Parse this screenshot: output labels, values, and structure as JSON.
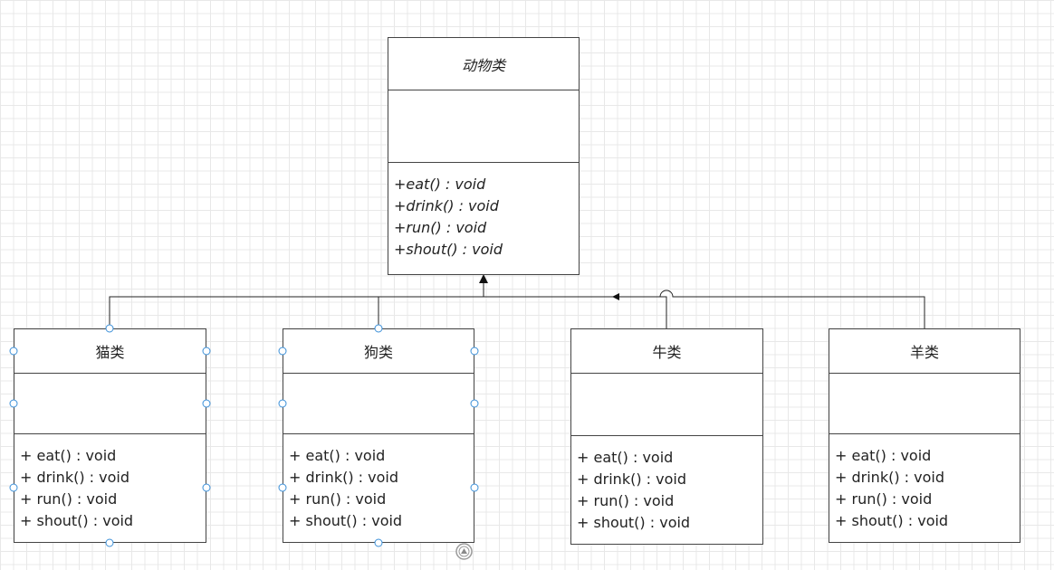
{
  "diagram": {
    "classes": [
      {
        "id": "animal",
        "name": "动物类",
        "abstract": true,
        "operations": [
          "+eat() : void",
          "+drink() : void",
          "+run() : void",
          "+shout() : void"
        ]
      },
      {
        "id": "cat",
        "name": "猫类",
        "abstract": false,
        "operations": [
          "+ eat() : void",
          "+ drink() : void",
          "+ run() : void",
          "+ shout() : void"
        ]
      },
      {
        "id": "dog",
        "name": "狗类",
        "abstract": false,
        "operations": [
          "+ eat() : void",
          "+ drink() : void",
          "+ run() : void",
          "+ shout() : void"
        ]
      },
      {
        "id": "cow",
        "name": "牛类",
        "abstract": false,
        "operations": [
          "+ eat() : void",
          "+ drink() : void",
          "+ run() : void",
          "+ shout() : void"
        ]
      },
      {
        "id": "sheep",
        "name": "羊类",
        "abstract": false,
        "operations": [
          "+ eat() : void",
          "+ drink() : void",
          "+ run() : void",
          "+ shout() : void"
        ]
      }
    ],
    "relations": [
      {
        "type": "generalization",
        "from": "cat",
        "to": "animal"
      },
      {
        "type": "generalization",
        "from": "dog",
        "to": "animal"
      },
      {
        "type": "generalization",
        "from": "cow",
        "to": "animal"
      },
      {
        "type": "generalization",
        "from": "sheep",
        "to": "animal"
      }
    ],
    "selected": [
      "cat",
      "dog"
    ],
    "colors": {
      "line": "#222222",
      "border": "#444444",
      "handle": "#3a8fd8",
      "grid": "#e8e8e8"
    },
    "icons": {
      "expand": "expand-arrow-icon"
    }
  }
}
